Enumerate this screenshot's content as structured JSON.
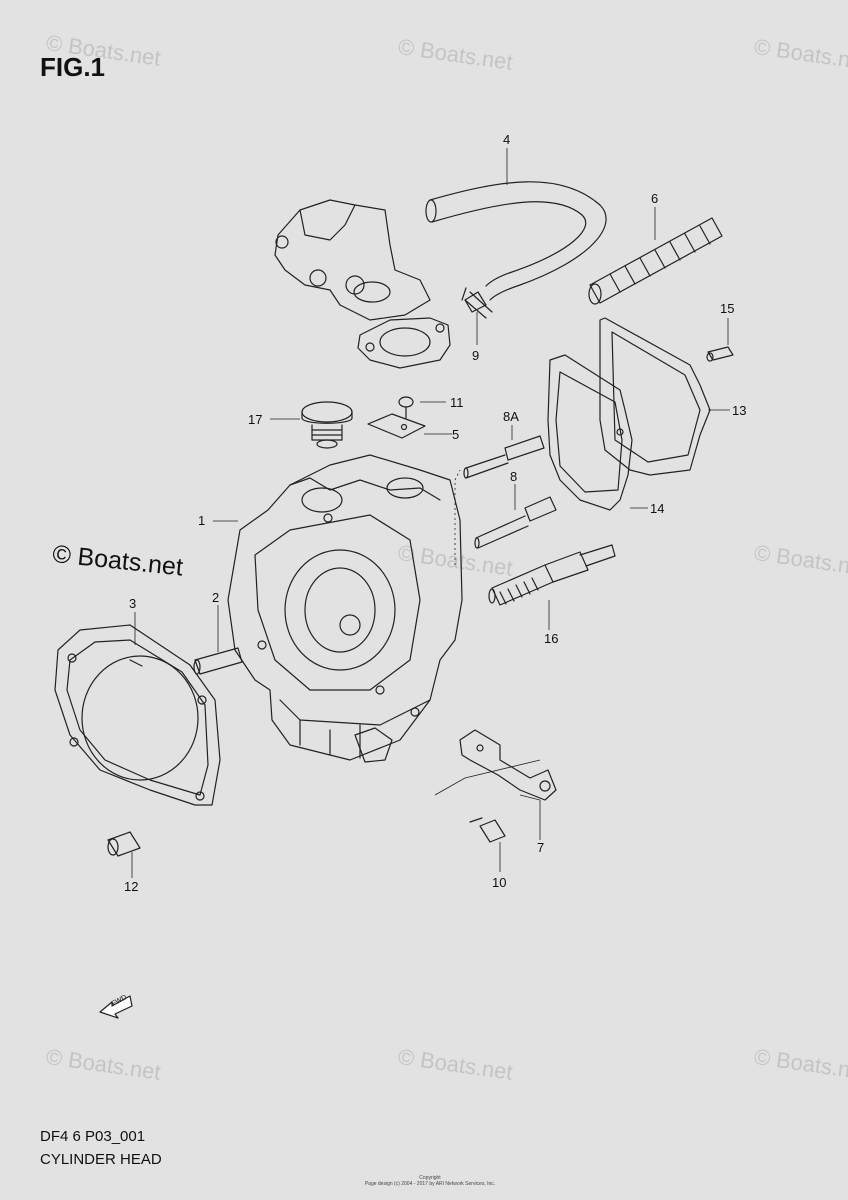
{
  "figure_label": "FIG.1",
  "watermark": "© Boats.net",
  "diagram_code": "DF4 6 P03_001",
  "diagram_title": "CYLINDER HEAD",
  "copyright": {
    "line1": "Copyright",
    "line2": "Page design (c) 2004 - 2017 by ARI Network Services, Inc."
  },
  "fwd_label": "FWD",
  "callouts": [
    {
      "id": "1",
      "label": "1"
    },
    {
      "id": "2",
      "label": "2"
    },
    {
      "id": "3",
      "label": "3"
    },
    {
      "id": "4",
      "label": "4"
    },
    {
      "id": "5",
      "label": "5"
    },
    {
      "id": "6",
      "label": "6"
    },
    {
      "id": "7",
      "label": "7"
    },
    {
      "id": "8",
      "label": "8"
    },
    {
      "id": "8A",
      "label": "8A"
    },
    {
      "id": "9",
      "label": "9"
    },
    {
      "id": "10",
      "label": "10"
    },
    {
      "id": "11",
      "label": "11"
    },
    {
      "id": "12",
      "label": "12"
    },
    {
      "id": "13",
      "label": "13"
    },
    {
      "id": "14",
      "label": "14"
    },
    {
      "id": "15",
      "label": "15"
    },
    {
      "id": "16",
      "label": "16"
    },
    {
      "id": "17",
      "label": "17"
    }
  ]
}
